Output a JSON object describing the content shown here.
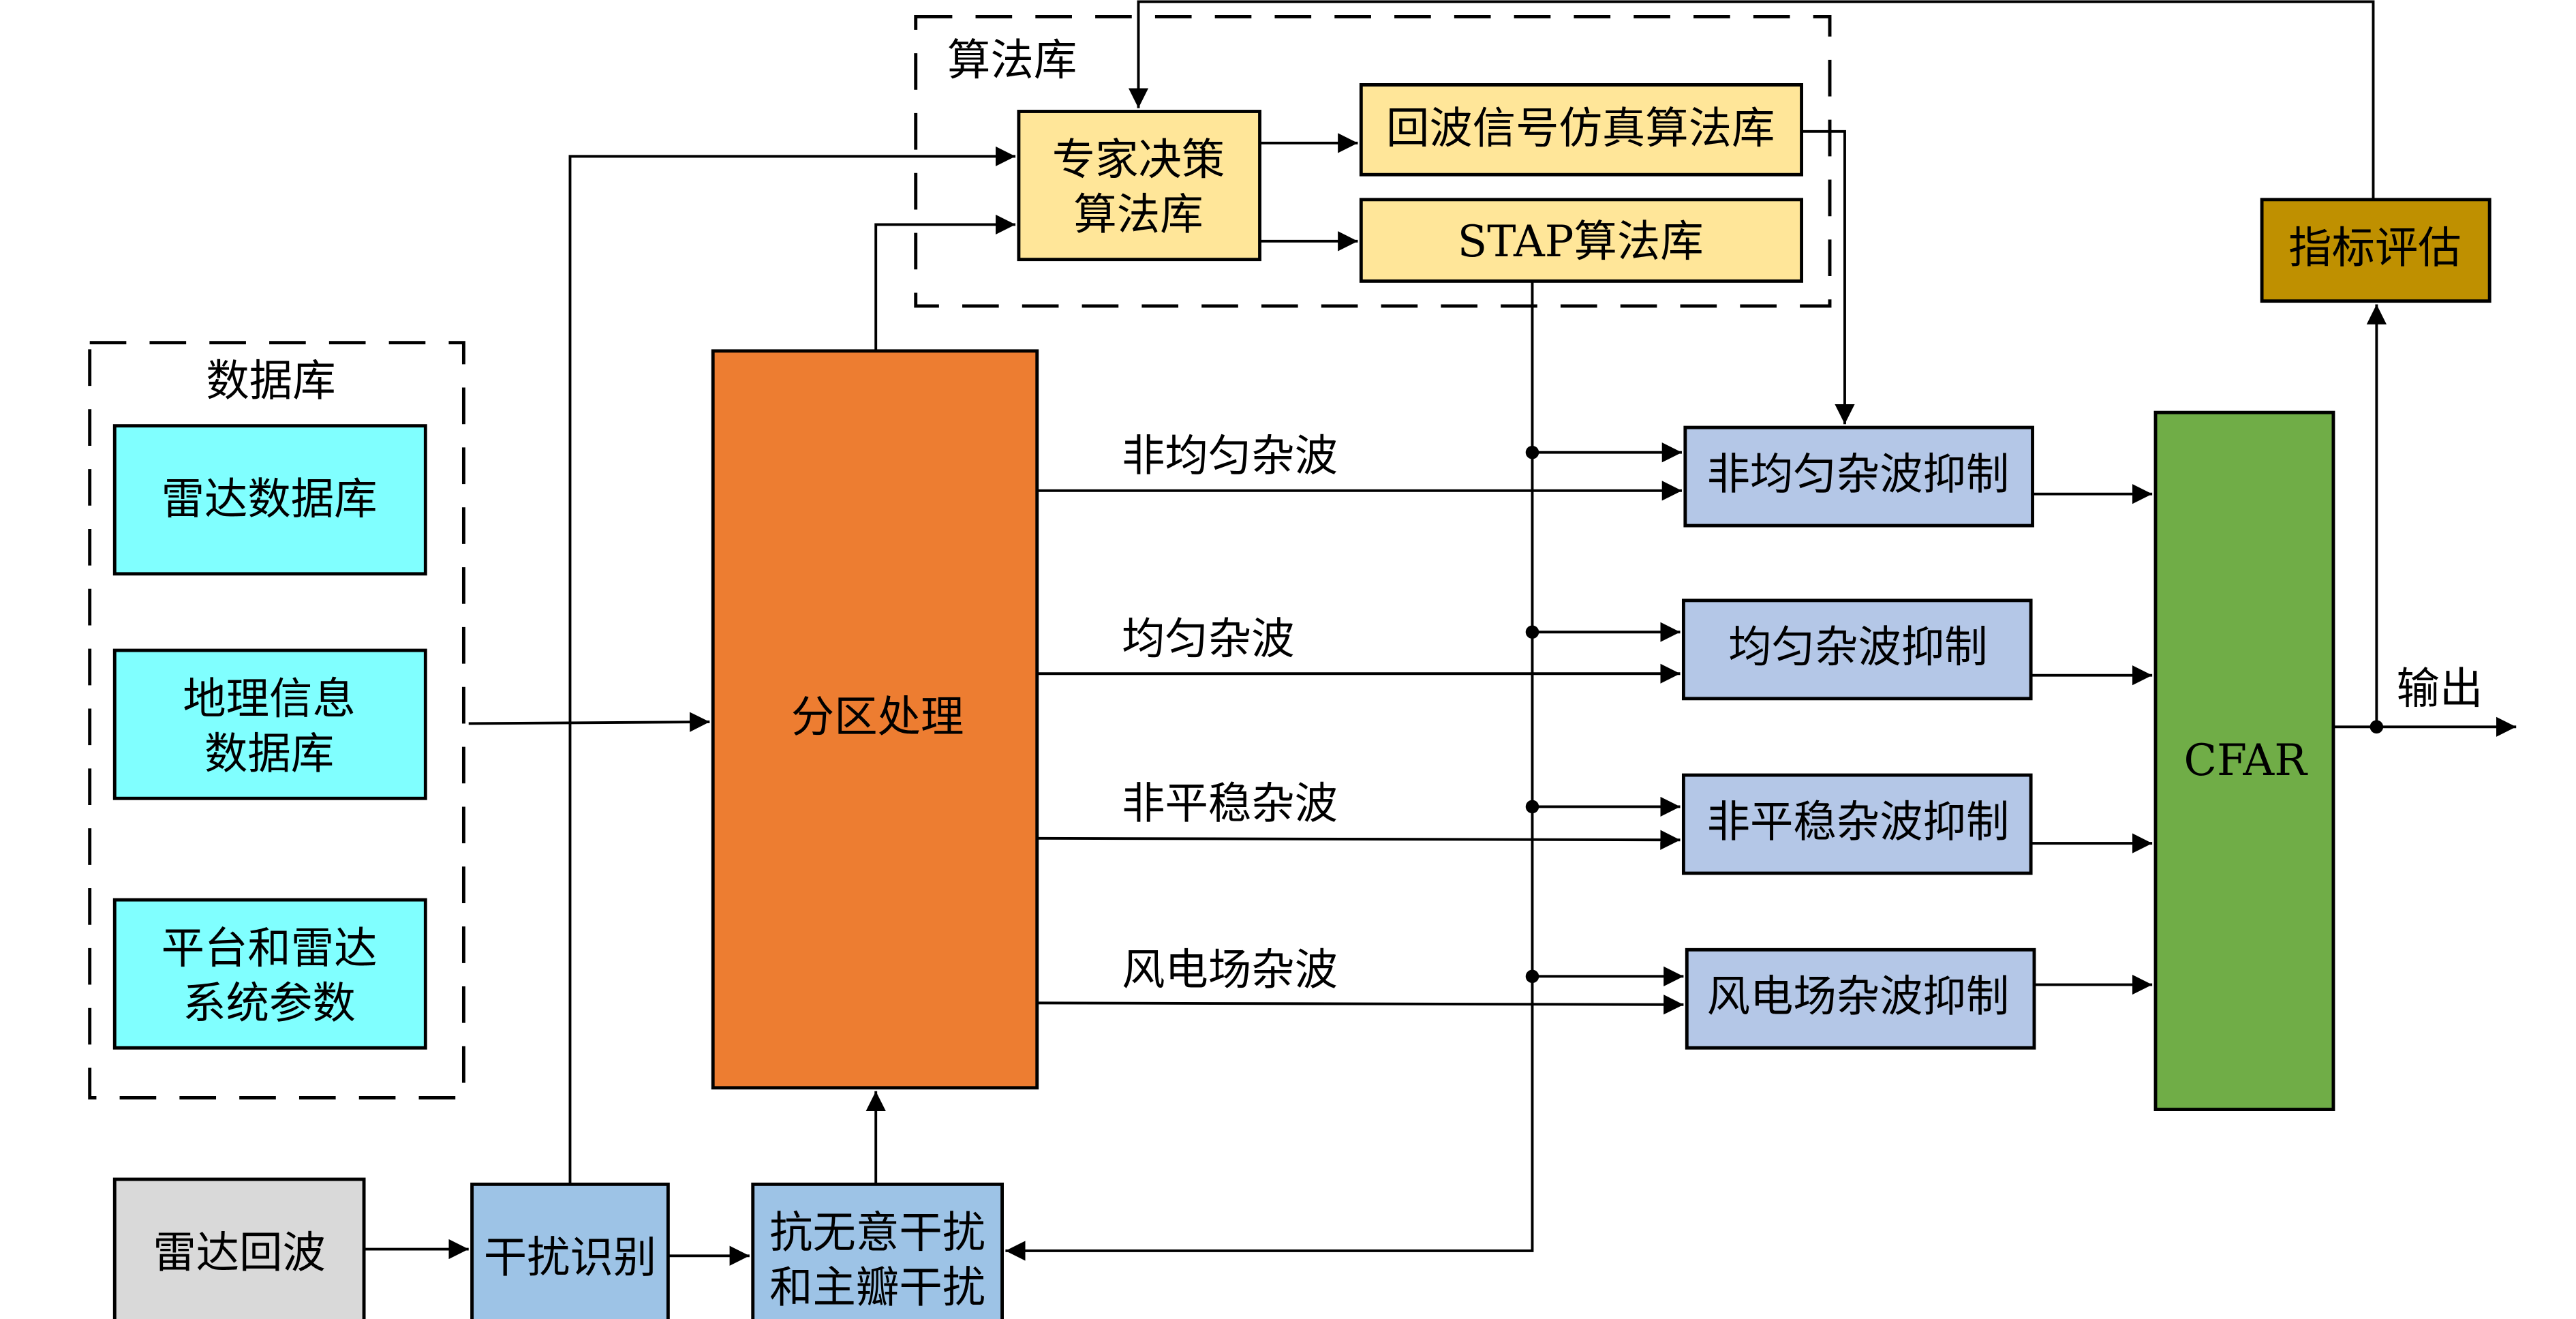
{
  "colors": {
    "database": "#80FFFF",
    "partition": "#ED7D31",
    "algorithm": "#FFE699",
    "suppression": "#B4C7E7",
    "interference": "#9DC3E6",
    "radar_echo": "#D9D9D9",
    "cfar": "#70AD47",
    "evaluation": "#BF9000"
  },
  "groups": {
    "database": "数据库",
    "algorithm_library": "算法库"
  },
  "nodes": {
    "radar_db": "雷达数据库",
    "geo_db_line1": "地理信息",
    "geo_db_line2": "数据库",
    "platform_line1": "平台和雷达",
    "platform_line2": "系统参数",
    "expert_line1": "专家决策",
    "expert_line2": "算法库",
    "echo_sim": "回波信号仿真算法库",
    "stap": "STAP算法库",
    "partition": "分区处理",
    "radar_echo": "雷达回波",
    "jam_identify": "干扰识别",
    "anti_jam_line1": "抗无意干扰",
    "anti_jam_line2": "和主瓣干扰",
    "sup_nonuniform": "非均匀杂波抑制",
    "sup_uniform": "均匀杂波抑制",
    "sup_nonstationary": "非平稳杂波抑制",
    "sup_windfarm": "风电场杂波抑制",
    "cfar": "CFAR",
    "evaluation": "指标评估"
  },
  "edge_labels": {
    "nonuniform": "非均匀杂波",
    "uniform": "均匀杂波",
    "nonstationary": "非平稳杂波",
    "windfarm": "风电场杂波",
    "output": "输出"
  }
}
